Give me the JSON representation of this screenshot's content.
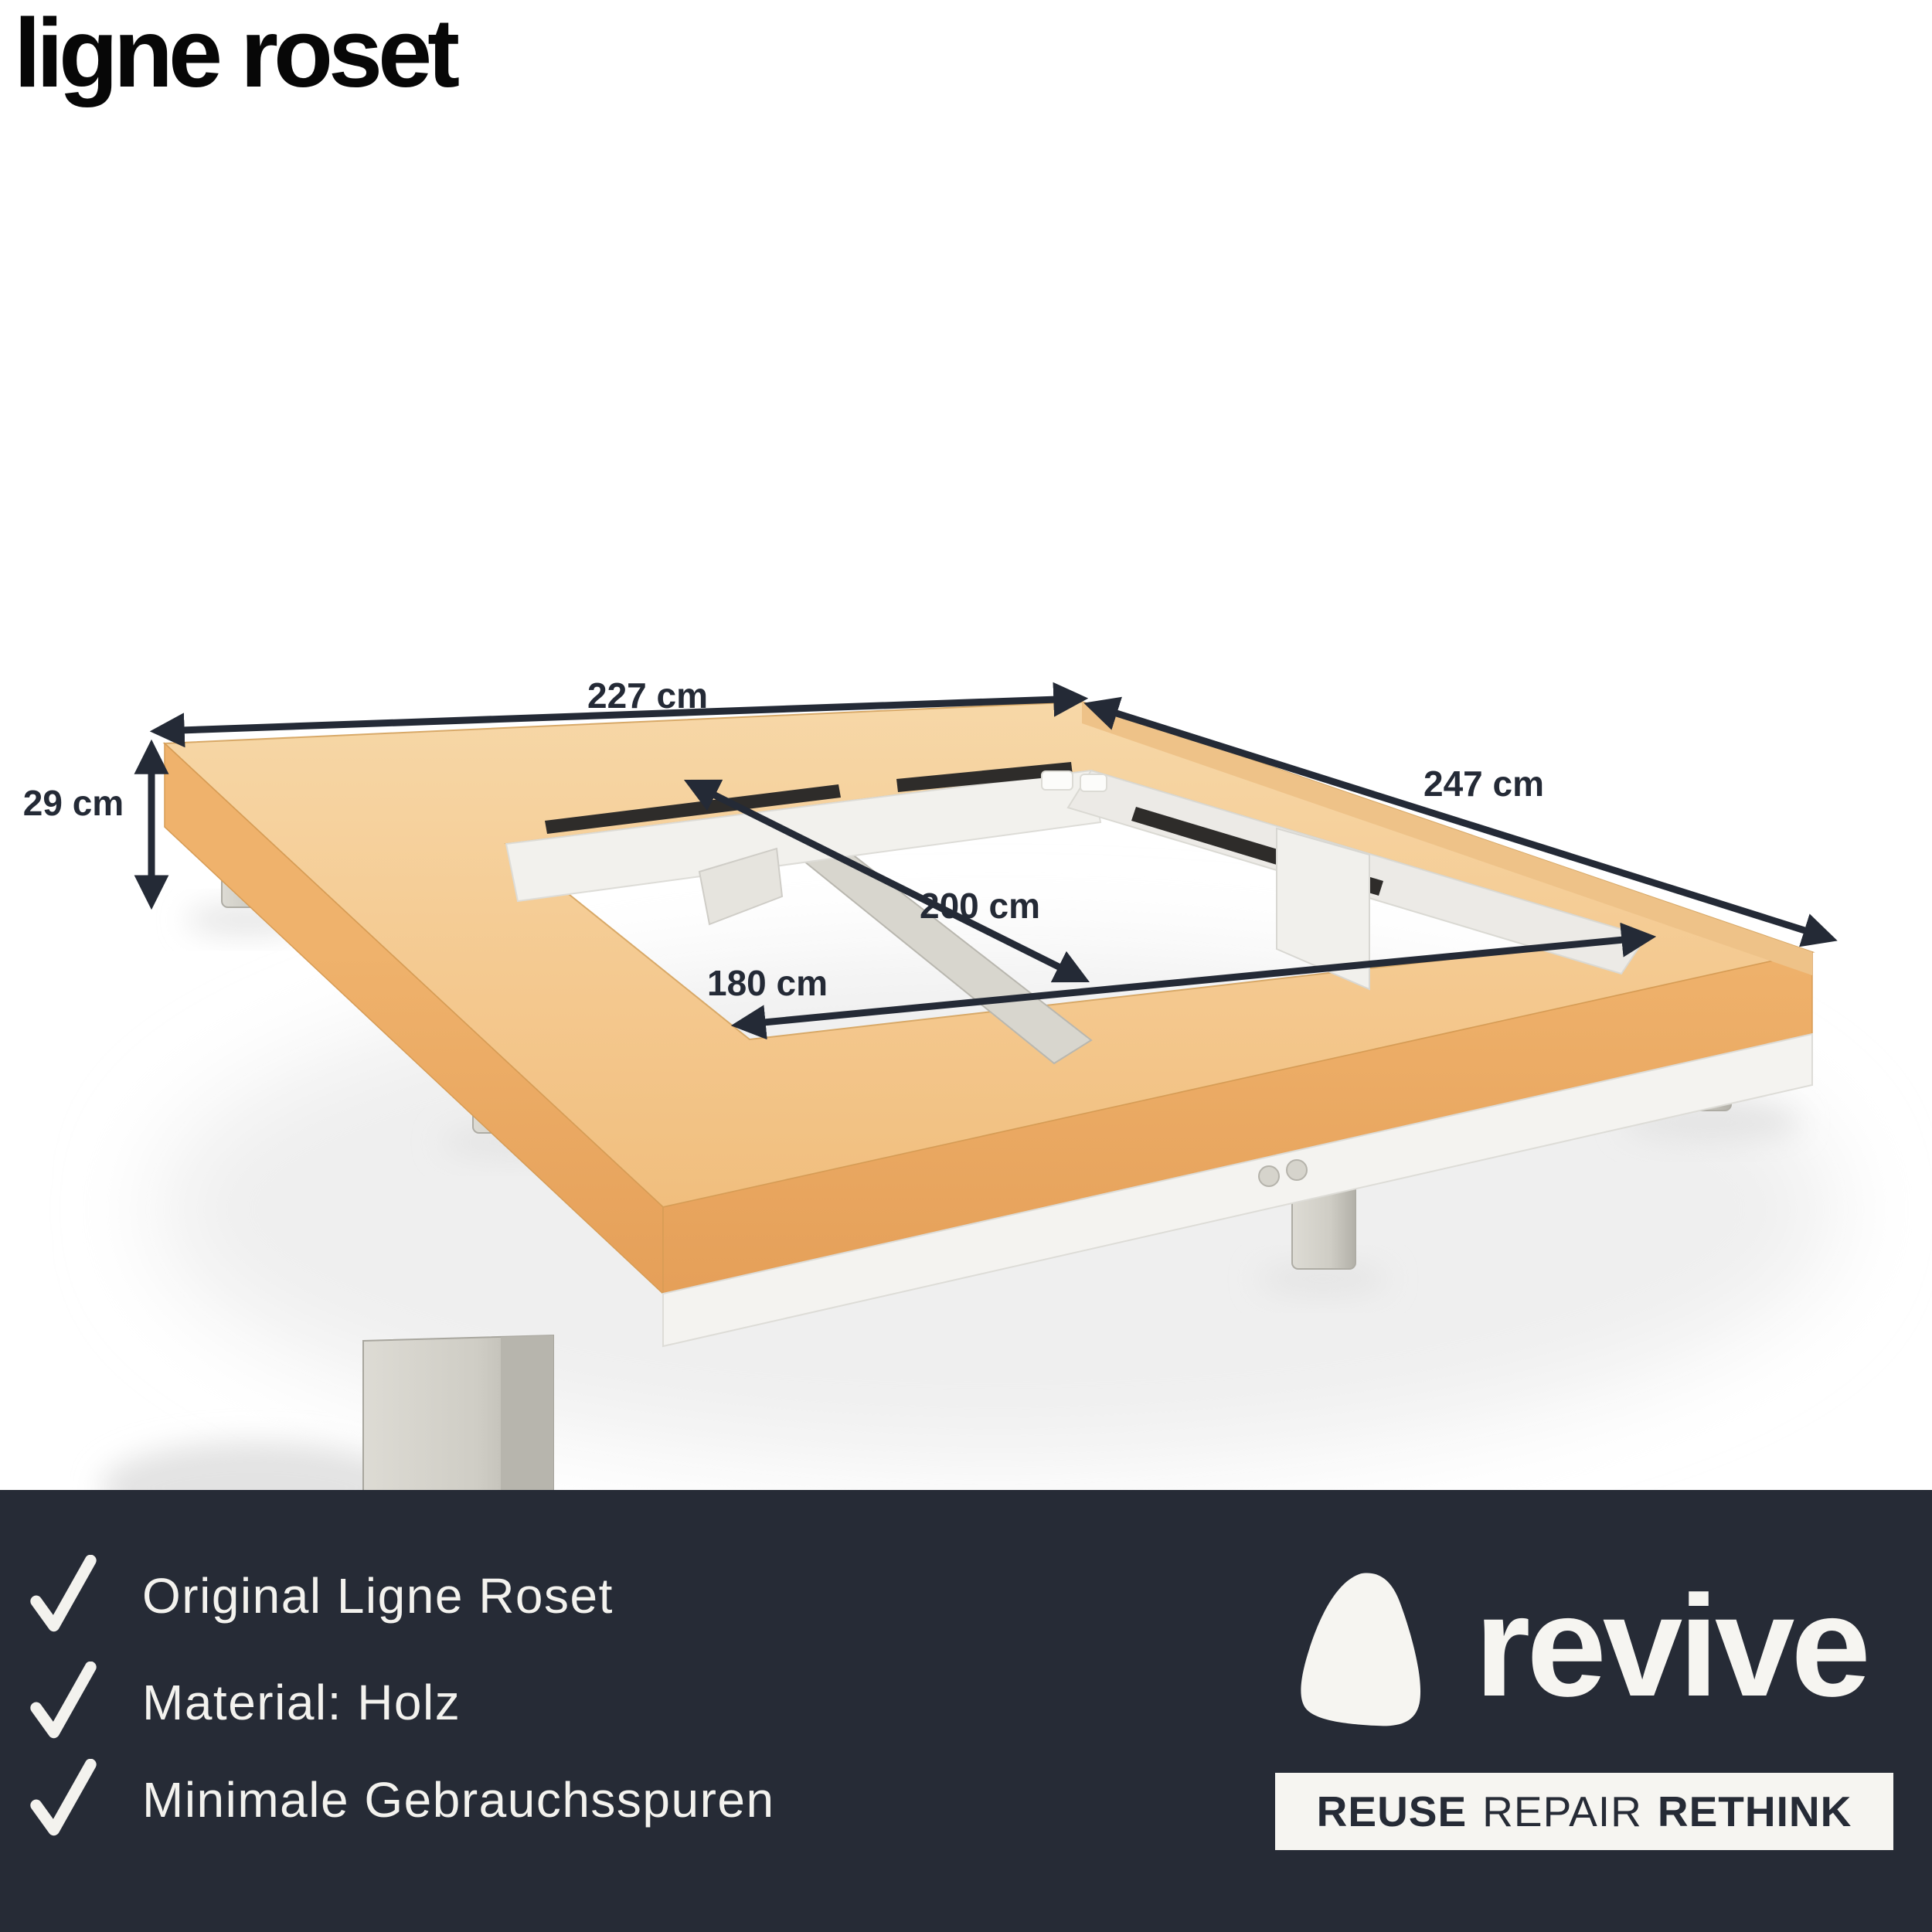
{
  "brand": {
    "logo_text": "ligne roset"
  },
  "annotations": {
    "outer_width": "227 cm",
    "outer_depth": "247 cm",
    "frame_height": "29 cm",
    "inner_length": "200 cm",
    "inner_width": "180 cm"
  },
  "features": {
    "items": [
      "Original Ligne Roset",
      "Material: Holz",
      "Minimale Gebrauchsspuren"
    ]
  },
  "footer": {
    "brand_name": "revive",
    "tagline_reuse": "REUSE",
    "tagline_repair": "REPAIR",
    "tagline_rethink": "RETHINK"
  },
  "colors": {
    "annotation": "#242a36",
    "band_background": "#262b36",
    "band_foreground": "#f3f2ee",
    "wood_light": "#f7d8a8",
    "wood_dark": "#e8a55c",
    "metal_white": "#f2f1ed",
    "leg_silver": "#cfcdc5"
  }
}
